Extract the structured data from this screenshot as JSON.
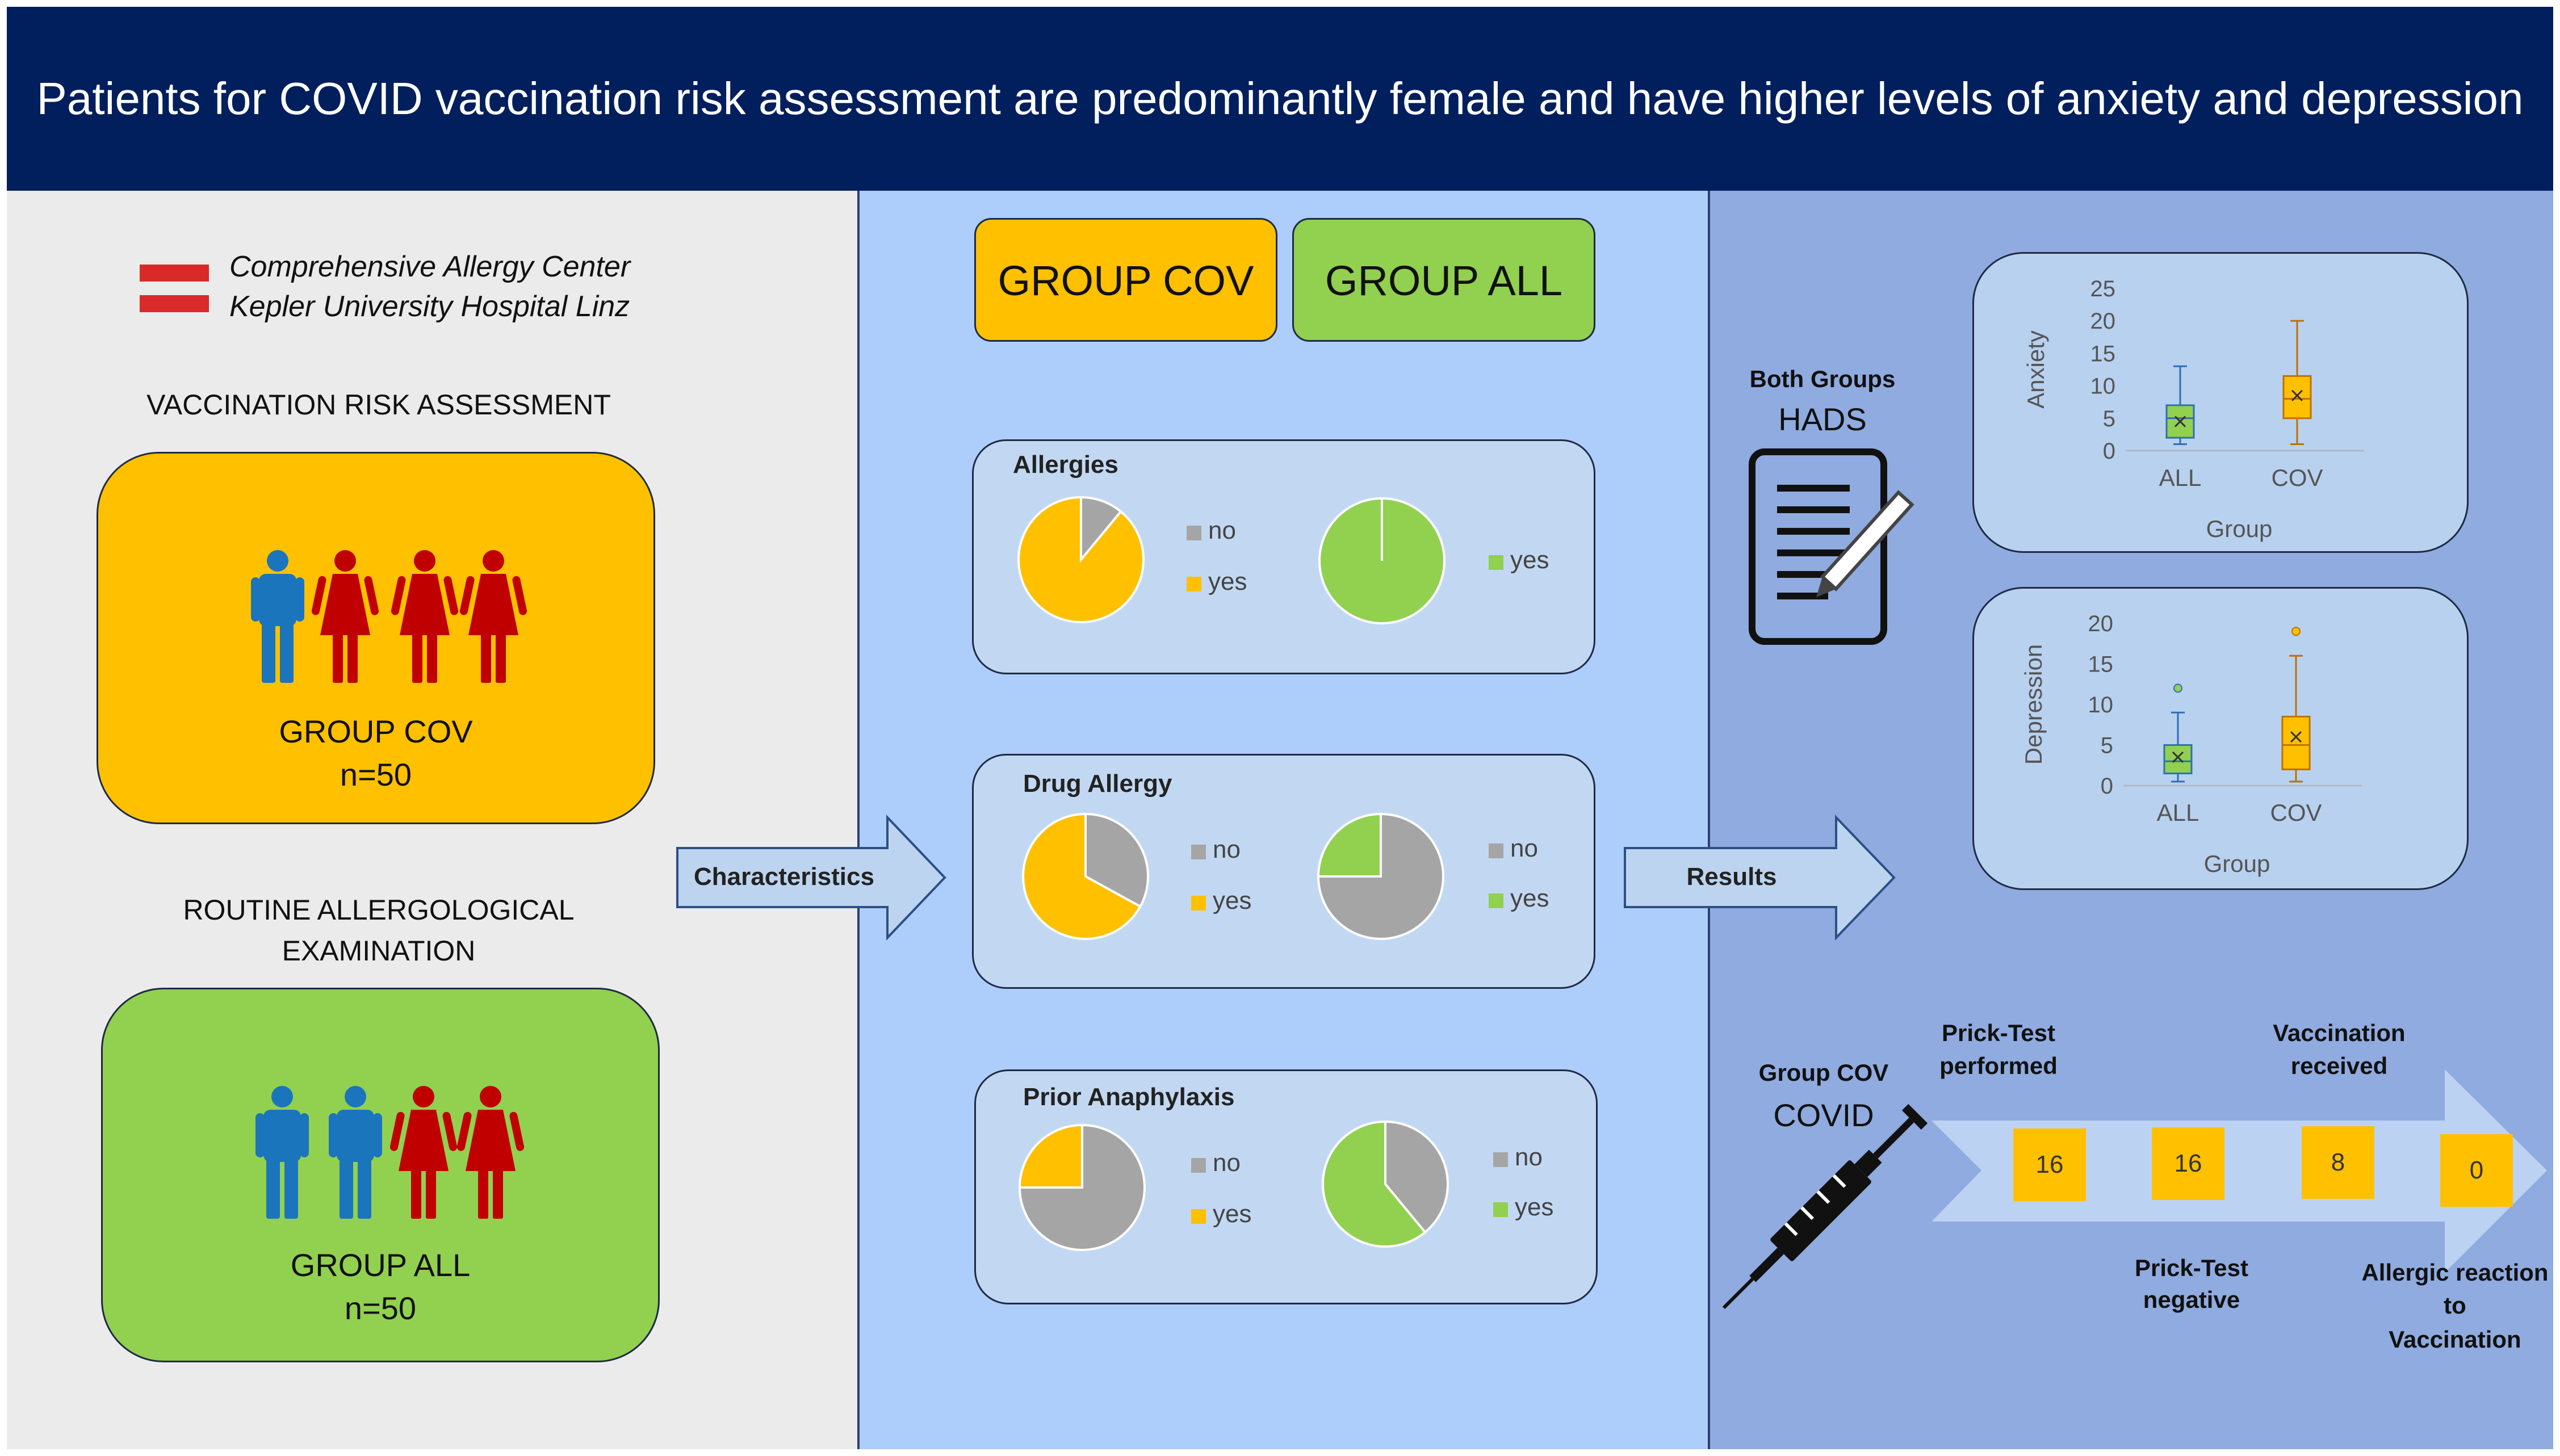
{
  "title": "Patients for COVID vaccination risk assessment are predominantly female and have higher levels of anxiety and depression",
  "institution": {
    "line1": "Comprehensive Allergy Center",
    "line2": "Kepler University Hospital Linz",
    "flag_icon": "austria-flag-icon"
  },
  "left": {
    "heading1": "VACCINATION RISK ASSESSMENT",
    "heading2_line1": "ROUTINE ALLERGOLOGICAL",
    "heading2_line2": "EXAMINATION",
    "group_cov": {
      "label": "GROUP COV",
      "n": "n=50",
      "color": "#ffc000"
    },
    "group_all": {
      "label": "GROUP ALL",
      "n": "n=50",
      "color": "#92d050"
    },
    "male_color": "#1a75bd",
    "female_color": "#c00000"
  },
  "arrows": {
    "characteristics": "Characteristics",
    "results": "Results"
  },
  "middle": {
    "tag_cov": "GROUP COV",
    "tag_all": "GROUP ALL",
    "legend_no": "no",
    "legend_yes": "yes",
    "colors": {
      "no": "#a5a5a5",
      "yes_cov": "#ffc000",
      "yes_all": "#92d050"
    },
    "panels": [
      {
        "title": "Allergies",
        "cov_yes_fraction": 0.89,
        "all_yes_fraction": 1.0,
        "all_shows_no": false
      },
      {
        "title": "Drug Allergy",
        "cov_yes_fraction": 0.67,
        "all_yes_fraction": 0.25,
        "all_shows_no": true
      },
      {
        "title": "Prior Anaphylaxis",
        "cov_yes_fraction": 0.25,
        "all_yes_fraction": 0.61,
        "all_shows_no": true
      }
    ]
  },
  "hads": {
    "line1": "Both Groups",
    "line2": "HADS",
    "icon": "clipboard-pen-icon"
  },
  "chart_data": [
    {
      "type": "box",
      "ylabel": "Anxiety",
      "xlabel": "Group",
      "categories": [
        "ALL",
        "COV"
      ],
      "ylim": [
        0,
        25
      ],
      "yticks": [
        0,
        5,
        10,
        15,
        20,
        25
      ],
      "series": [
        {
          "category": "ALL",
          "min": 1,
          "q1": 2,
          "median": 5,
          "mean": 4.5,
          "q3": 7,
          "max": 13,
          "outliers": [],
          "color": "#92d050"
        },
        {
          "category": "COV",
          "min": 1,
          "q1": 5,
          "median": 8,
          "mean": 8.5,
          "q3": 11.5,
          "max": 20,
          "outliers": [],
          "color": "#ffc000"
        }
      ]
    },
    {
      "type": "box",
      "ylabel": "Depression",
      "xlabel": "Group",
      "categories": [
        "ALL",
        "COV"
      ],
      "ylim": [
        0,
        20
      ],
      "yticks": [
        0,
        5,
        10,
        15,
        20
      ],
      "series": [
        {
          "category": "ALL",
          "min": 0.5,
          "q1": 1.5,
          "median": 3,
          "mean": 3.5,
          "q3": 5,
          "max": 9,
          "outliers": [
            12
          ],
          "color": "#92d050"
        },
        {
          "category": "COV",
          "min": 0.5,
          "q1": 2,
          "median": 5,
          "mean": 6,
          "q3": 8.5,
          "max": 16,
          "outliers": [
            19
          ],
          "color": "#ffc000"
        }
      ]
    }
  ],
  "covid_flow": {
    "group_line1": "Group COV",
    "group_line2": "COVID",
    "icon": "syringe-icon",
    "steps": [
      {
        "value": "16",
        "label_top": [
          "Prick-Test",
          "performed"
        ],
        "label_bottom": []
      },
      {
        "value": "16",
        "label_top": [],
        "label_bottom": [
          "Prick-Test",
          "negative"
        ]
      },
      {
        "value": "8",
        "label_top": [
          "Vaccination",
          "received"
        ],
        "label_bottom": []
      },
      {
        "value": "0",
        "label_top": [],
        "label_bottom": [
          "Allergic reaction",
          "to",
          "Vaccination"
        ]
      }
    ]
  }
}
